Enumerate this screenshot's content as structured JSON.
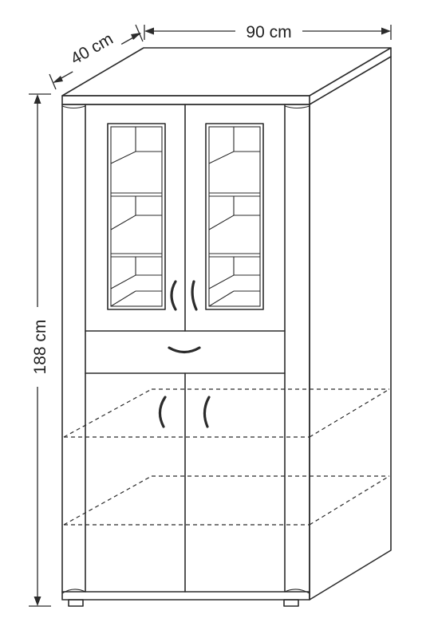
{
  "dimensions": {
    "width_label": "90 cm",
    "depth_label": "40 cm",
    "height_label": "188 cm"
  },
  "colors": {
    "line": "#2b2b2b",
    "background": "#ffffff"
  }
}
